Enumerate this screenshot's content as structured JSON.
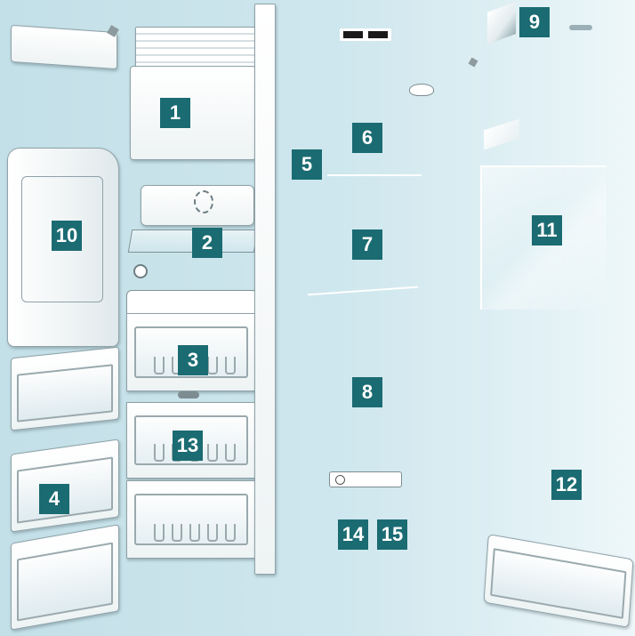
{
  "labels": {
    "l1": "1",
    "l2": "2",
    "l3": "3",
    "l4": "4",
    "l5": "5",
    "l6": "6",
    "l7": "7",
    "l8": "8",
    "l9": "9",
    "l10": "10",
    "l11": "11",
    "l12": "12",
    "l13": "13",
    "l14": "14",
    "l15": "15"
  },
  "colors": {
    "background": "#c8e3ea",
    "label_fill": "#1b6b72",
    "label_text": "#ffffff",
    "part_white": "#ffffff",
    "part_outline": "#8fa2a8"
  }
}
